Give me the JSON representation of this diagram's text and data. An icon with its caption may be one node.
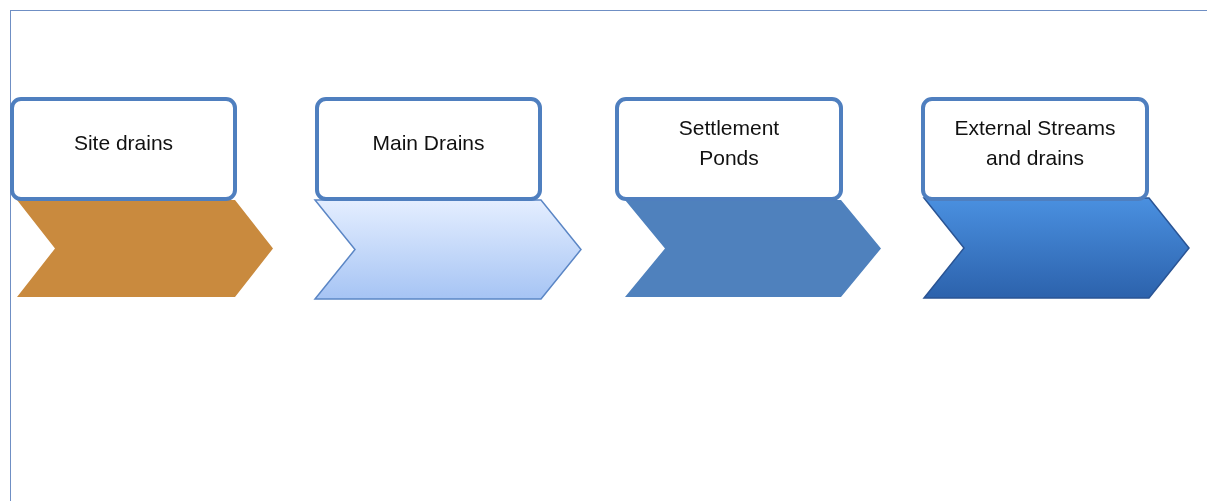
{
  "diagram": {
    "nodes": [
      {
        "text": [
          "Site drains"
        ]
      },
      {
        "text": [
          "Main Drains"
        ]
      },
      {
        "text": [
          "Settlement Ponds"
        ]
      },
      {
        "text": [
          "External Streams and drains"
        ]
      },
      {
        "text": [],
        "shape": "chevron"
      },
      {
        "text": [],
        "shape": "chevron"
      },
      {
        "text": [],
        "shape": "chevron"
      },
      {
        "text": [],
        "shape": "chevron"
      }
    ]
  }
}
